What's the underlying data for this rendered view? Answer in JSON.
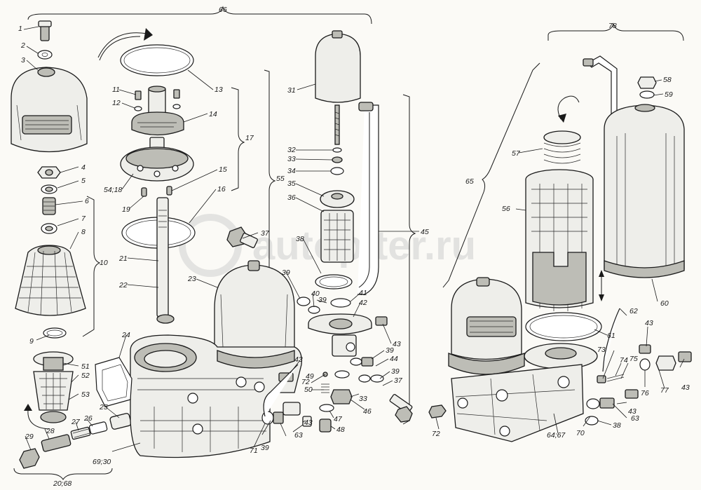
{
  "watermark": "autopiter.ru",
  "callouts": {
    "c66": "66",
    "c78": "78",
    "c1": "1",
    "c2": "2",
    "c3": "3",
    "c4": "4",
    "c5": "5",
    "c6": "6",
    "c7": "7",
    "c8": "8",
    "c10": "10",
    "c9": "9",
    "c11": "11",
    "c12": "12",
    "c13": "13",
    "c14": "14",
    "c17": "17",
    "c15": "15",
    "c16": "16",
    "c19": "19",
    "c54_18": "54;18",
    "c21": "21",
    "c22": "22",
    "c23": "23",
    "c24": "24",
    "c25": "25",
    "c26": "26",
    "c27": "27",
    "c28": "28",
    "c29": "29",
    "c51": "51",
    "c52": "52",
    "c53": "53",
    "c20_68": "20;68",
    "c69_30": "69;30",
    "c31": "31",
    "c32": "32",
    "c33": "33",
    "c34": "34",
    "c35": "35",
    "c36": "36",
    "c55": "55",
    "c37a": "37",
    "c38a": "38",
    "c39a": "39",
    "c40": "40",
    "c39b": "39",
    "c41": "41",
    "c42": "42",
    "c45": "45",
    "c43a": "43",
    "c39c": "39",
    "c44": "44",
    "c39d": "39",
    "c37b": "37",
    "c43b": "43",
    "c72a": "72",
    "c49": "49",
    "c50": "50",
    "c33b": "33",
    "c46": "46",
    "c47": "47",
    "c48": "48",
    "c71": "71",
    "c39e": "39",
    "c43c": "43",
    "c63a": "63",
    "c65": "65",
    "c57": "57",
    "c56": "56",
    "c58": "58",
    "c59": "59",
    "c60": "60",
    "c61": "61",
    "c62": "62",
    "c43d": "43",
    "c73": "73",
    "c74": "74",
    "c75": "75",
    "c76": "76",
    "c77": "77",
    "c43e": "43",
    "c43f": "43",
    "c63b": "63",
    "c38b": "38",
    "c70": "70",
    "c64_67": "64;67",
    "c72b": "72"
  }
}
